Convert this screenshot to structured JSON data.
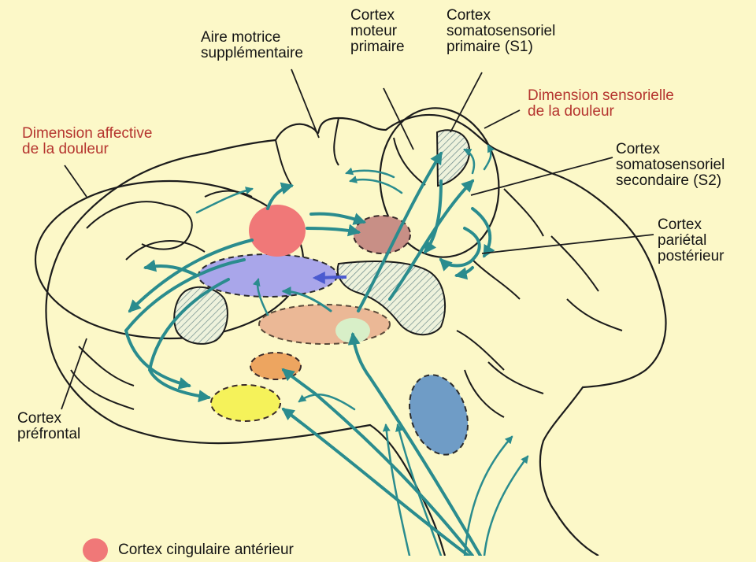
{
  "labels": {
    "aire_motrice": [
      "Aire motrice",
      "supplémentaire"
    ],
    "cortex_moteur": [
      "Cortex",
      "moteur",
      "primaire"
    ],
    "cortex_s1": [
      "Cortex",
      "somatosensoriel",
      "primaire (S1)"
    ],
    "dimension_sensorielle": [
      "Dimension sensorielle",
      "de la douleur"
    ],
    "dimension_affective": [
      "Dimension affective",
      "de la douleur"
    ],
    "cortex_s2": [
      "Cortex",
      "somatosensoriel",
      "secondaire (S2)"
    ],
    "cortex_parietal": [
      "Cortex",
      "pariétal",
      "postérieur"
    ],
    "cortex_prefrontal": [
      "Cortex",
      "préfrontal"
    ]
  },
  "legend": {
    "items": [
      {
        "label": "Cortex cingulaire antérieur",
        "color": "#f07878"
      }
    ]
  },
  "colors": {
    "background": "#fcf8c8",
    "pathway": "#2a8c8e",
    "label_text": "#141414",
    "dimension_text": "#b5352f",
    "cingulate": "#f07878",
    "insula_purple": "#a9a6ea",
    "thalamus": "#ebb896",
    "brown_region": "#c88f86",
    "orange_region": "#eda560",
    "yellow_region": "#f5f25a",
    "blue_region": "#6f9cc6",
    "green_region": "#d8efc8"
  }
}
